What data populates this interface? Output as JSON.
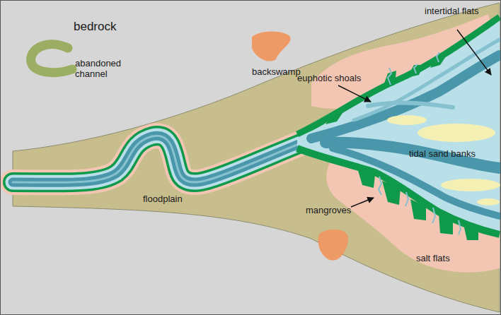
{
  "diagram": {
    "labels": [
      "bedrock",
      "abandoned channel",
      "backswamp",
      "intertidal flats",
      "euphotic shoals",
      "tidal sand banks",
      "floodplain",
      "mangroves",
      "salt flats"
    ]
  }
}
